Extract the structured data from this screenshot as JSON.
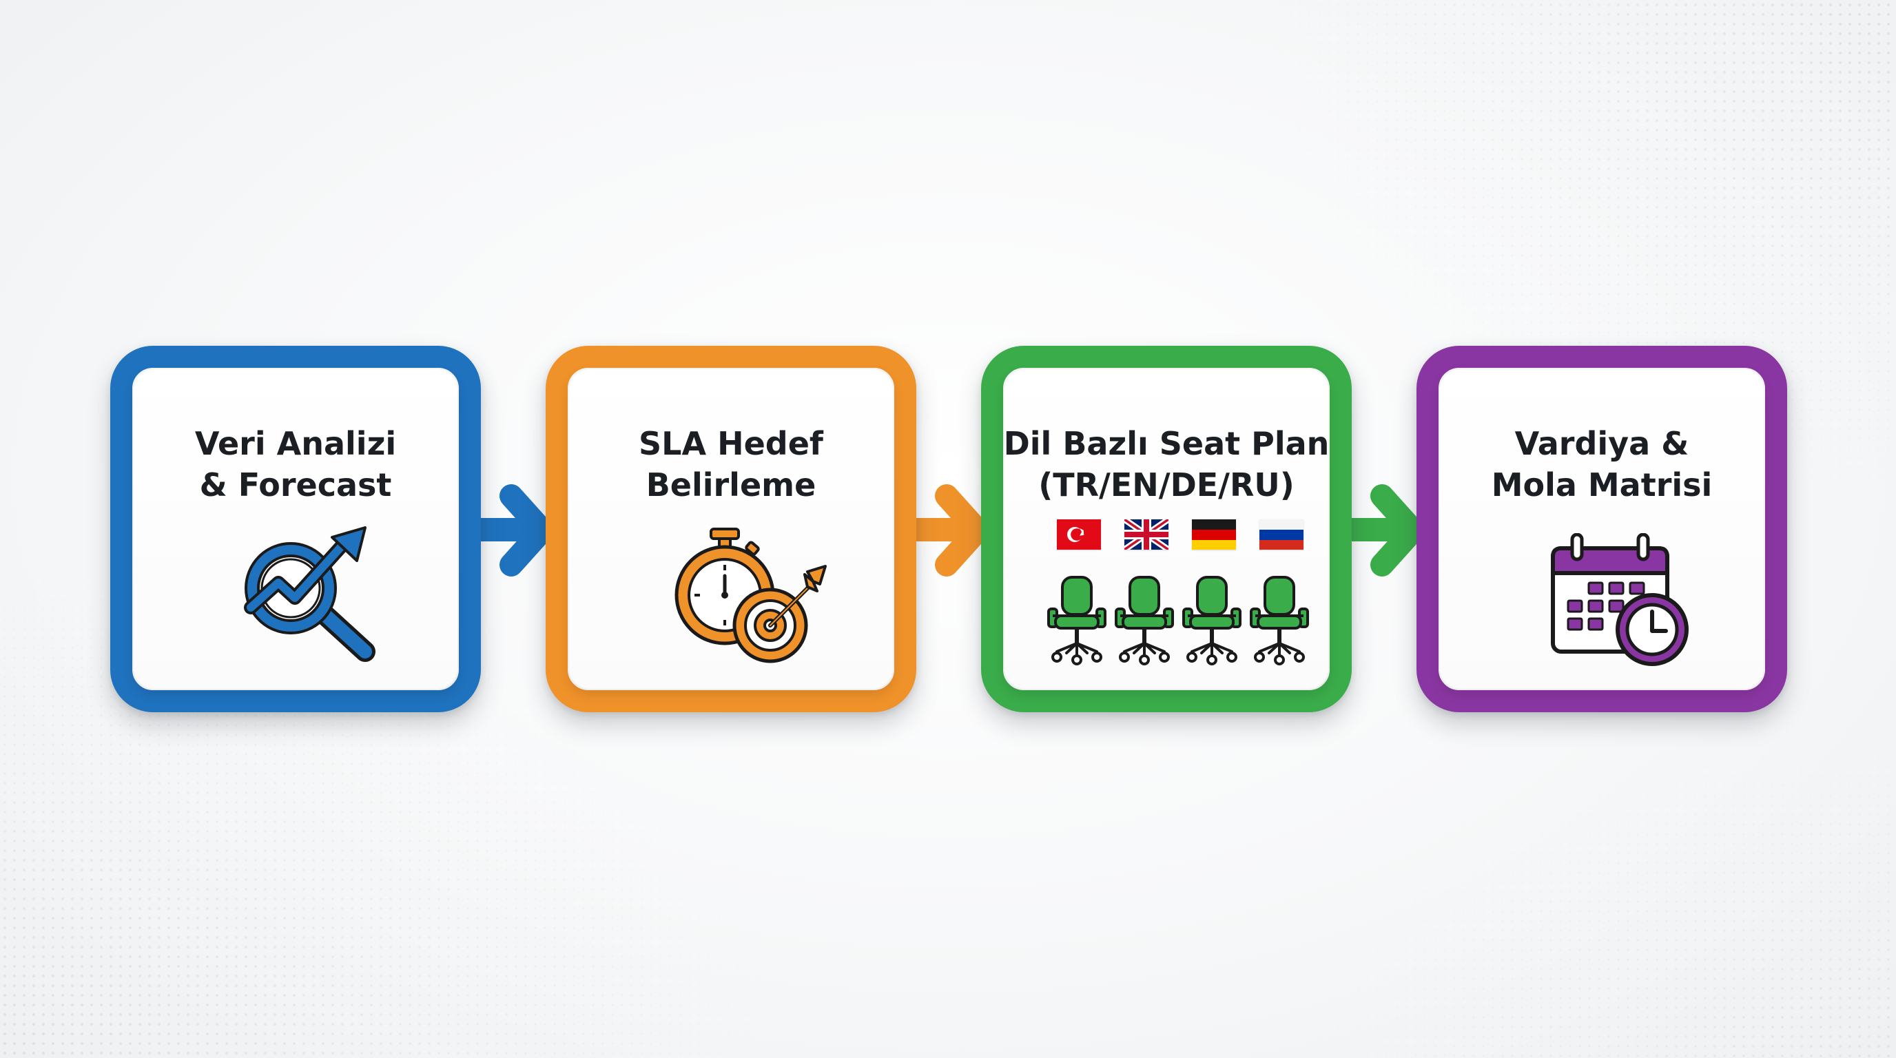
{
  "colors": {
    "step_1": "#1f72be",
    "step_2": "#f0922a",
    "step_3": "#3aac4a",
    "step_4": "#8a36a2",
    "text": "#1b1e22"
  },
  "steps": [
    {
      "title_line_1": "Veri Analizi",
      "title_line_2": "& Forecast",
      "icon": "magnifier-trend-chart-icon"
    },
    {
      "title_line_1": "SLA Hedef",
      "title_line_2": "Belirleme",
      "icon": "stopwatch-target-icon"
    },
    {
      "title_line_1": "Dil Bazlı Seat Plan",
      "title_line_2": "(TR/EN/DE/RU)",
      "icon": "flags-and-chairs-icon",
      "flags": [
        "turkey-flag-icon",
        "uk-flag-icon",
        "germany-flag-icon",
        "russia-flag-icon"
      ],
      "chairs": [
        "office-chair-icon",
        "office-chair-icon",
        "office-chair-icon",
        "office-chair-icon"
      ]
    },
    {
      "title_line_1": "Vardiya &",
      "title_line_2": "Mola Matrisi",
      "icon": "calendar-clock-icon"
    }
  ],
  "arrows": [
    "right-arrow-icon",
    "right-arrow-icon",
    "right-arrow-icon"
  ]
}
